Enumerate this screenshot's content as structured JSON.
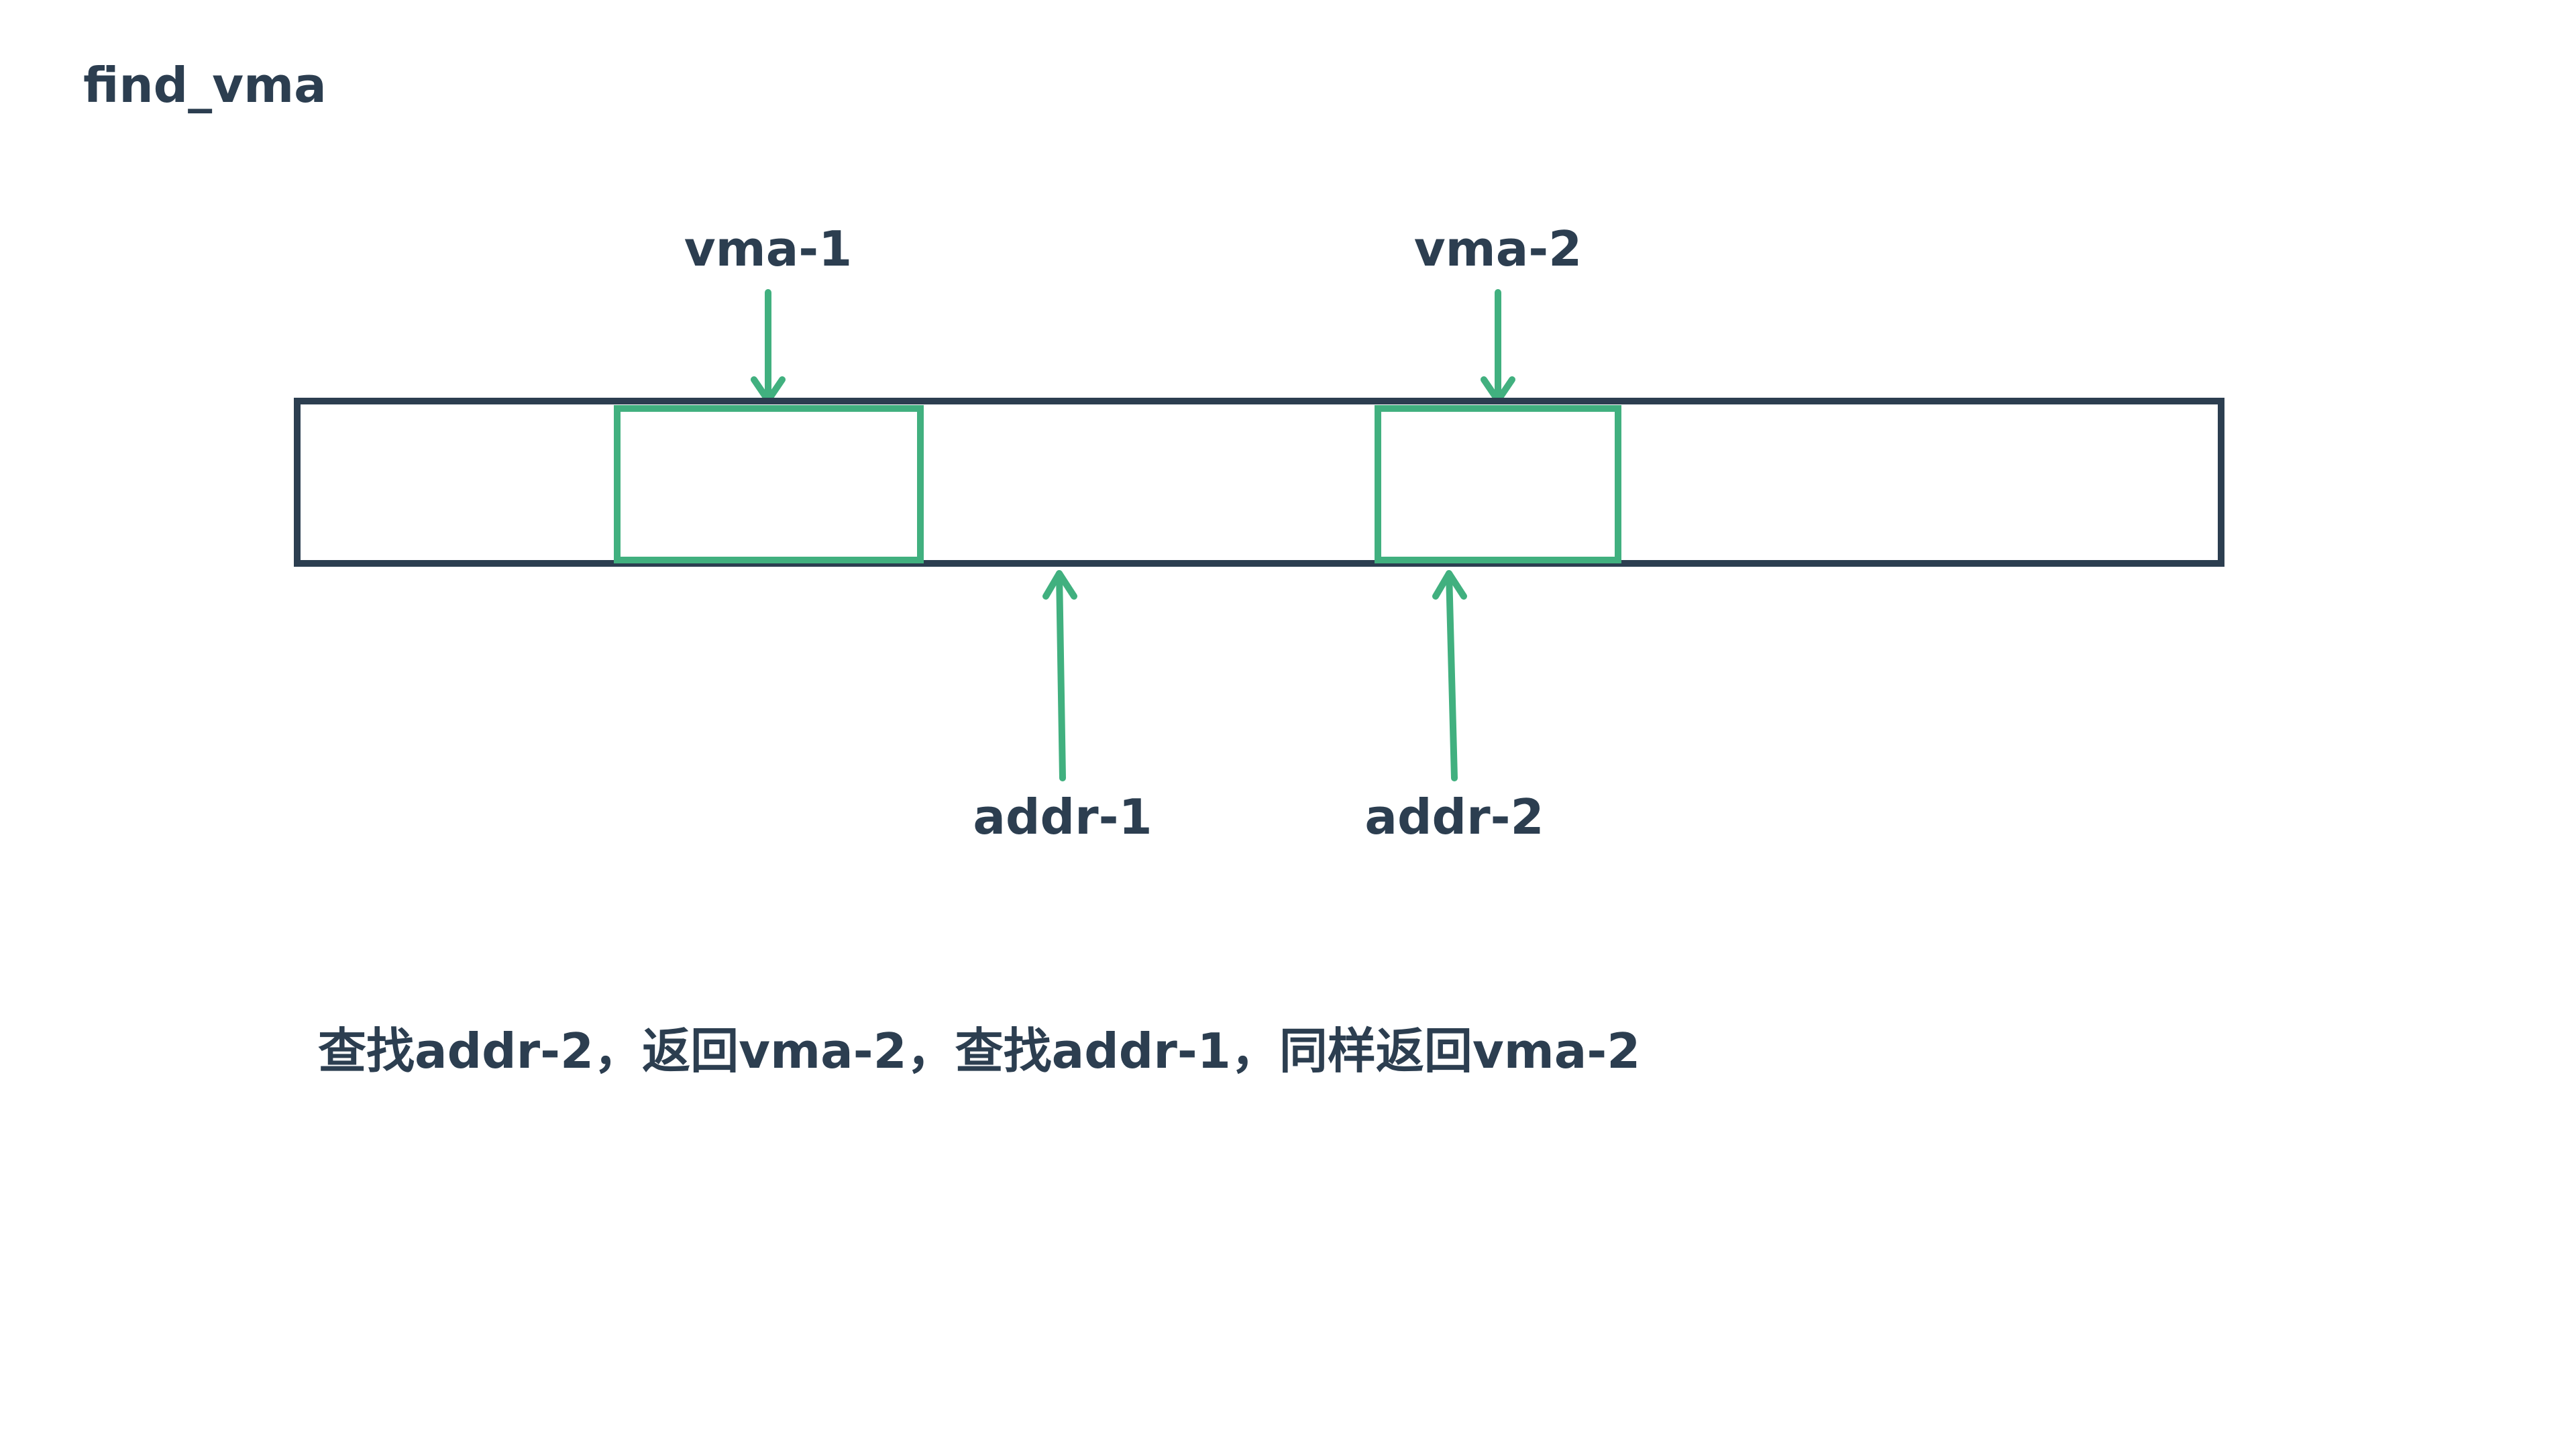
{
  "title": "find_vma",
  "vma_labels": [
    "vma-1",
    "vma-2"
  ],
  "addr_labels": [
    "addr-1",
    "addr-2"
  ],
  "caption": "查找addr-2，返回vma-2，查找addr-1，同样返回vma-2",
  "colors": {
    "text": "#2c3e50",
    "outline": "#2c3e50",
    "accent": "#41b07f",
    "background": "#ffffff"
  }
}
